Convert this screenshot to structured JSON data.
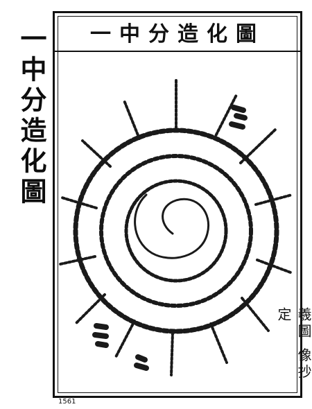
{
  "side_title": "一中分造化圖",
  "printed_title": "一中分造化圖",
  "caption": "羲圖 像抄定",
  "page_number": "1561"
}
